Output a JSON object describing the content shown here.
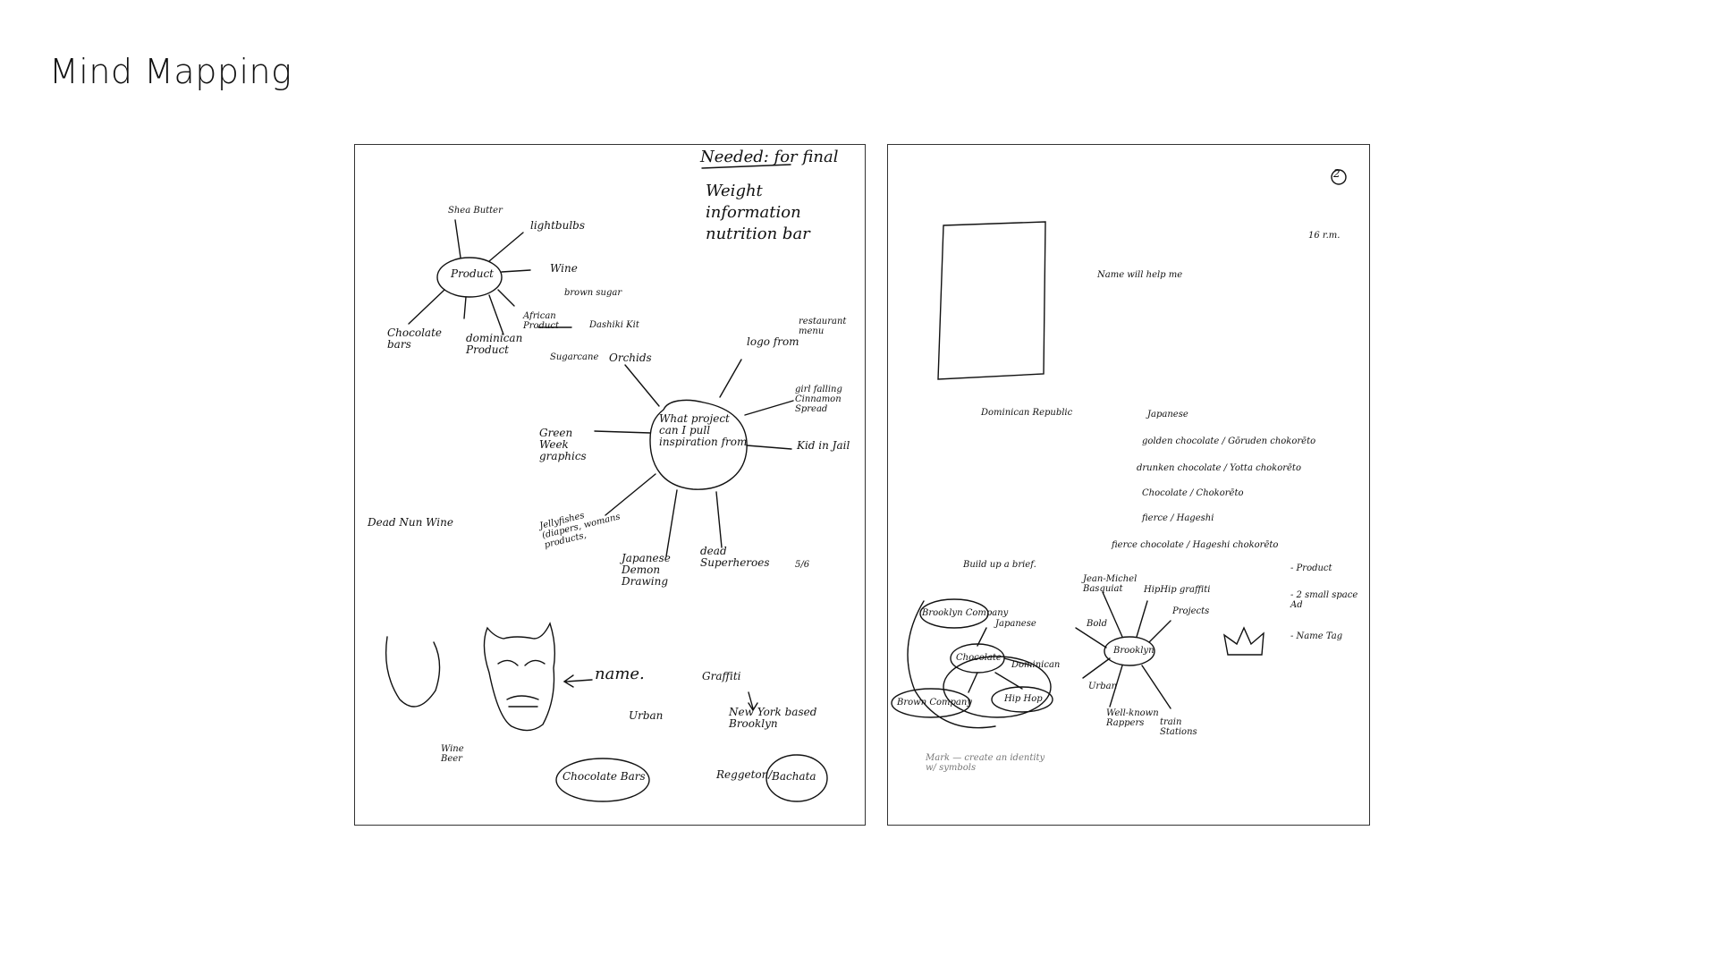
{
  "slide": {
    "title": "Mind Mapping"
  },
  "left_sheet": {
    "needed": {
      "heading": "Needed: for final",
      "items": [
        "Weight",
        "information",
        "nutrition bar"
      ]
    },
    "product_map": {
      "center": "Product",
      "branches": [
        "Shea Butter",
        "lightbulbs",
        "Wine",
        "brown sugar",
        "African Product",
        "Dashiki Kit",
        "Sugarcane",
        "dominican Product",
        "Chocolate bars"
      ]
    },
    "inspiration_map": {
      "center": "What project can I pull inspiration from",
      "branches": [
        "Orchids",
        "logo from",
        "restaurant menu",
        "girl falling Cinnamon Spread",
        "Kid in Jail",
        "Green Week graphics",
        "Jellyfishes (diapers, womans products,",
        "Japanese Demon Drawing",
        "dead Superheroes"
      ]
    },
    "notes": {
      "dead_nun_wine": "Dead Nun Wine",
      "number": "5/6",
      "name": "name.",
      "wine_beer": "Wine\nBeer",
      "graffiti": "Graffiti",
      "new_york": "New York based\nBrooklyn",
      "urban": "Urban",
      "chocolate_bars": "Chocolate Bars",
      "reggaeton": "Reggeton/",
      "bachata": "Bachata"
    }
  },
  "right_sheet": {
    "page_number": "2",
    "corner_note": "16 r.m.",
    "name_note": "Name will help me",
    "dominican": "Dominican Republic",
    "translations": [
      "Japanese",
      "golden chocolate / Gōruden chokorēto",
      "drunken chocolate / Yotta chokorēto",
      "Chocolate / Chokorēto",
      "fierce / Hageshi",
      "fierce chocolate / Hageshi chokorēto"
    ],
    "build_brief": "Build up a brief.",
    "left_cluster": [
      "Brooklyn Company",
      "Japanese",
      "Chocolate",
      "Dominican",
      "Brown Company",
      "Hip Hop"
    ],
    "brooklyn_cluster": {
      "center": "Brooklyn",
      "branches": [
        "Jean-Michel Basquiat",
        "HipHip graffiti",
        "Projects",
        "Bold",
        "Urban",
        "Well-known Rappers",
        "train Stations"
      ]
    },
    "deliverables": [
      "- Product",
      "- 2 small space Ad",
      "- Name Tag"
    ],
    "footnote": "Mark — create an identity\nw/ symbols"
  }
}
